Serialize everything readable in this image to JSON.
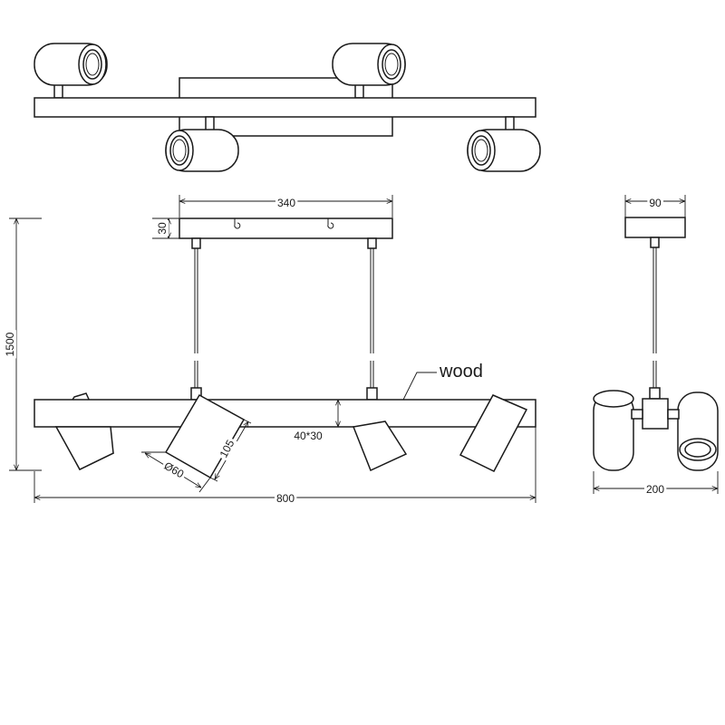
{
  "dimensions": {
    "canopy_length": "340",
    "canopy_height": "30",
    "side_width": "90",
    "total_height": "1500",
    "bar_section": "40*30",
    "spot_length": "105",
    "spot_diameter": "Ø60",
    "total_length": "800",
    "side_depth": "200"
  },
  "material_label": "wood"
}
